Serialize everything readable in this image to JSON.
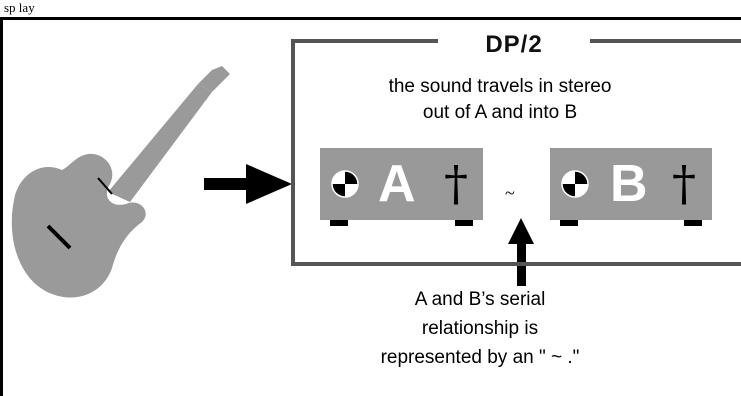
{
  "header_clip_text": "sp lay",
  "dp_box": {
    "title": "DP/2"
  },
  "stereo_caption": {
    "line1": "the sound travels in stereo",
    "line2": "out of A and into B"
  },
  "units": [
    {
      "letter": "A",
      "knob_icon": "half-filled-circle-icon",
      "jack_icon": "dagger-icon"
    },
    {
      "letter": "B",
      "knob_icon": "half-filled-circle-icon",
      "jack_icon": "dagger-icon"
    }
  ],
  "serial_symbol": "~",
  "serial_caption": {
    "line1": "A and B’s serial",
    "line2": "relationship is",
    "line3": "represented by an \" ~ .\""
  },
  "colors": {
    "unit_gray": "#999999",
    "guitar_gray": "#9a9a9a",
    "frame_gray": "#555555"
  }
}
